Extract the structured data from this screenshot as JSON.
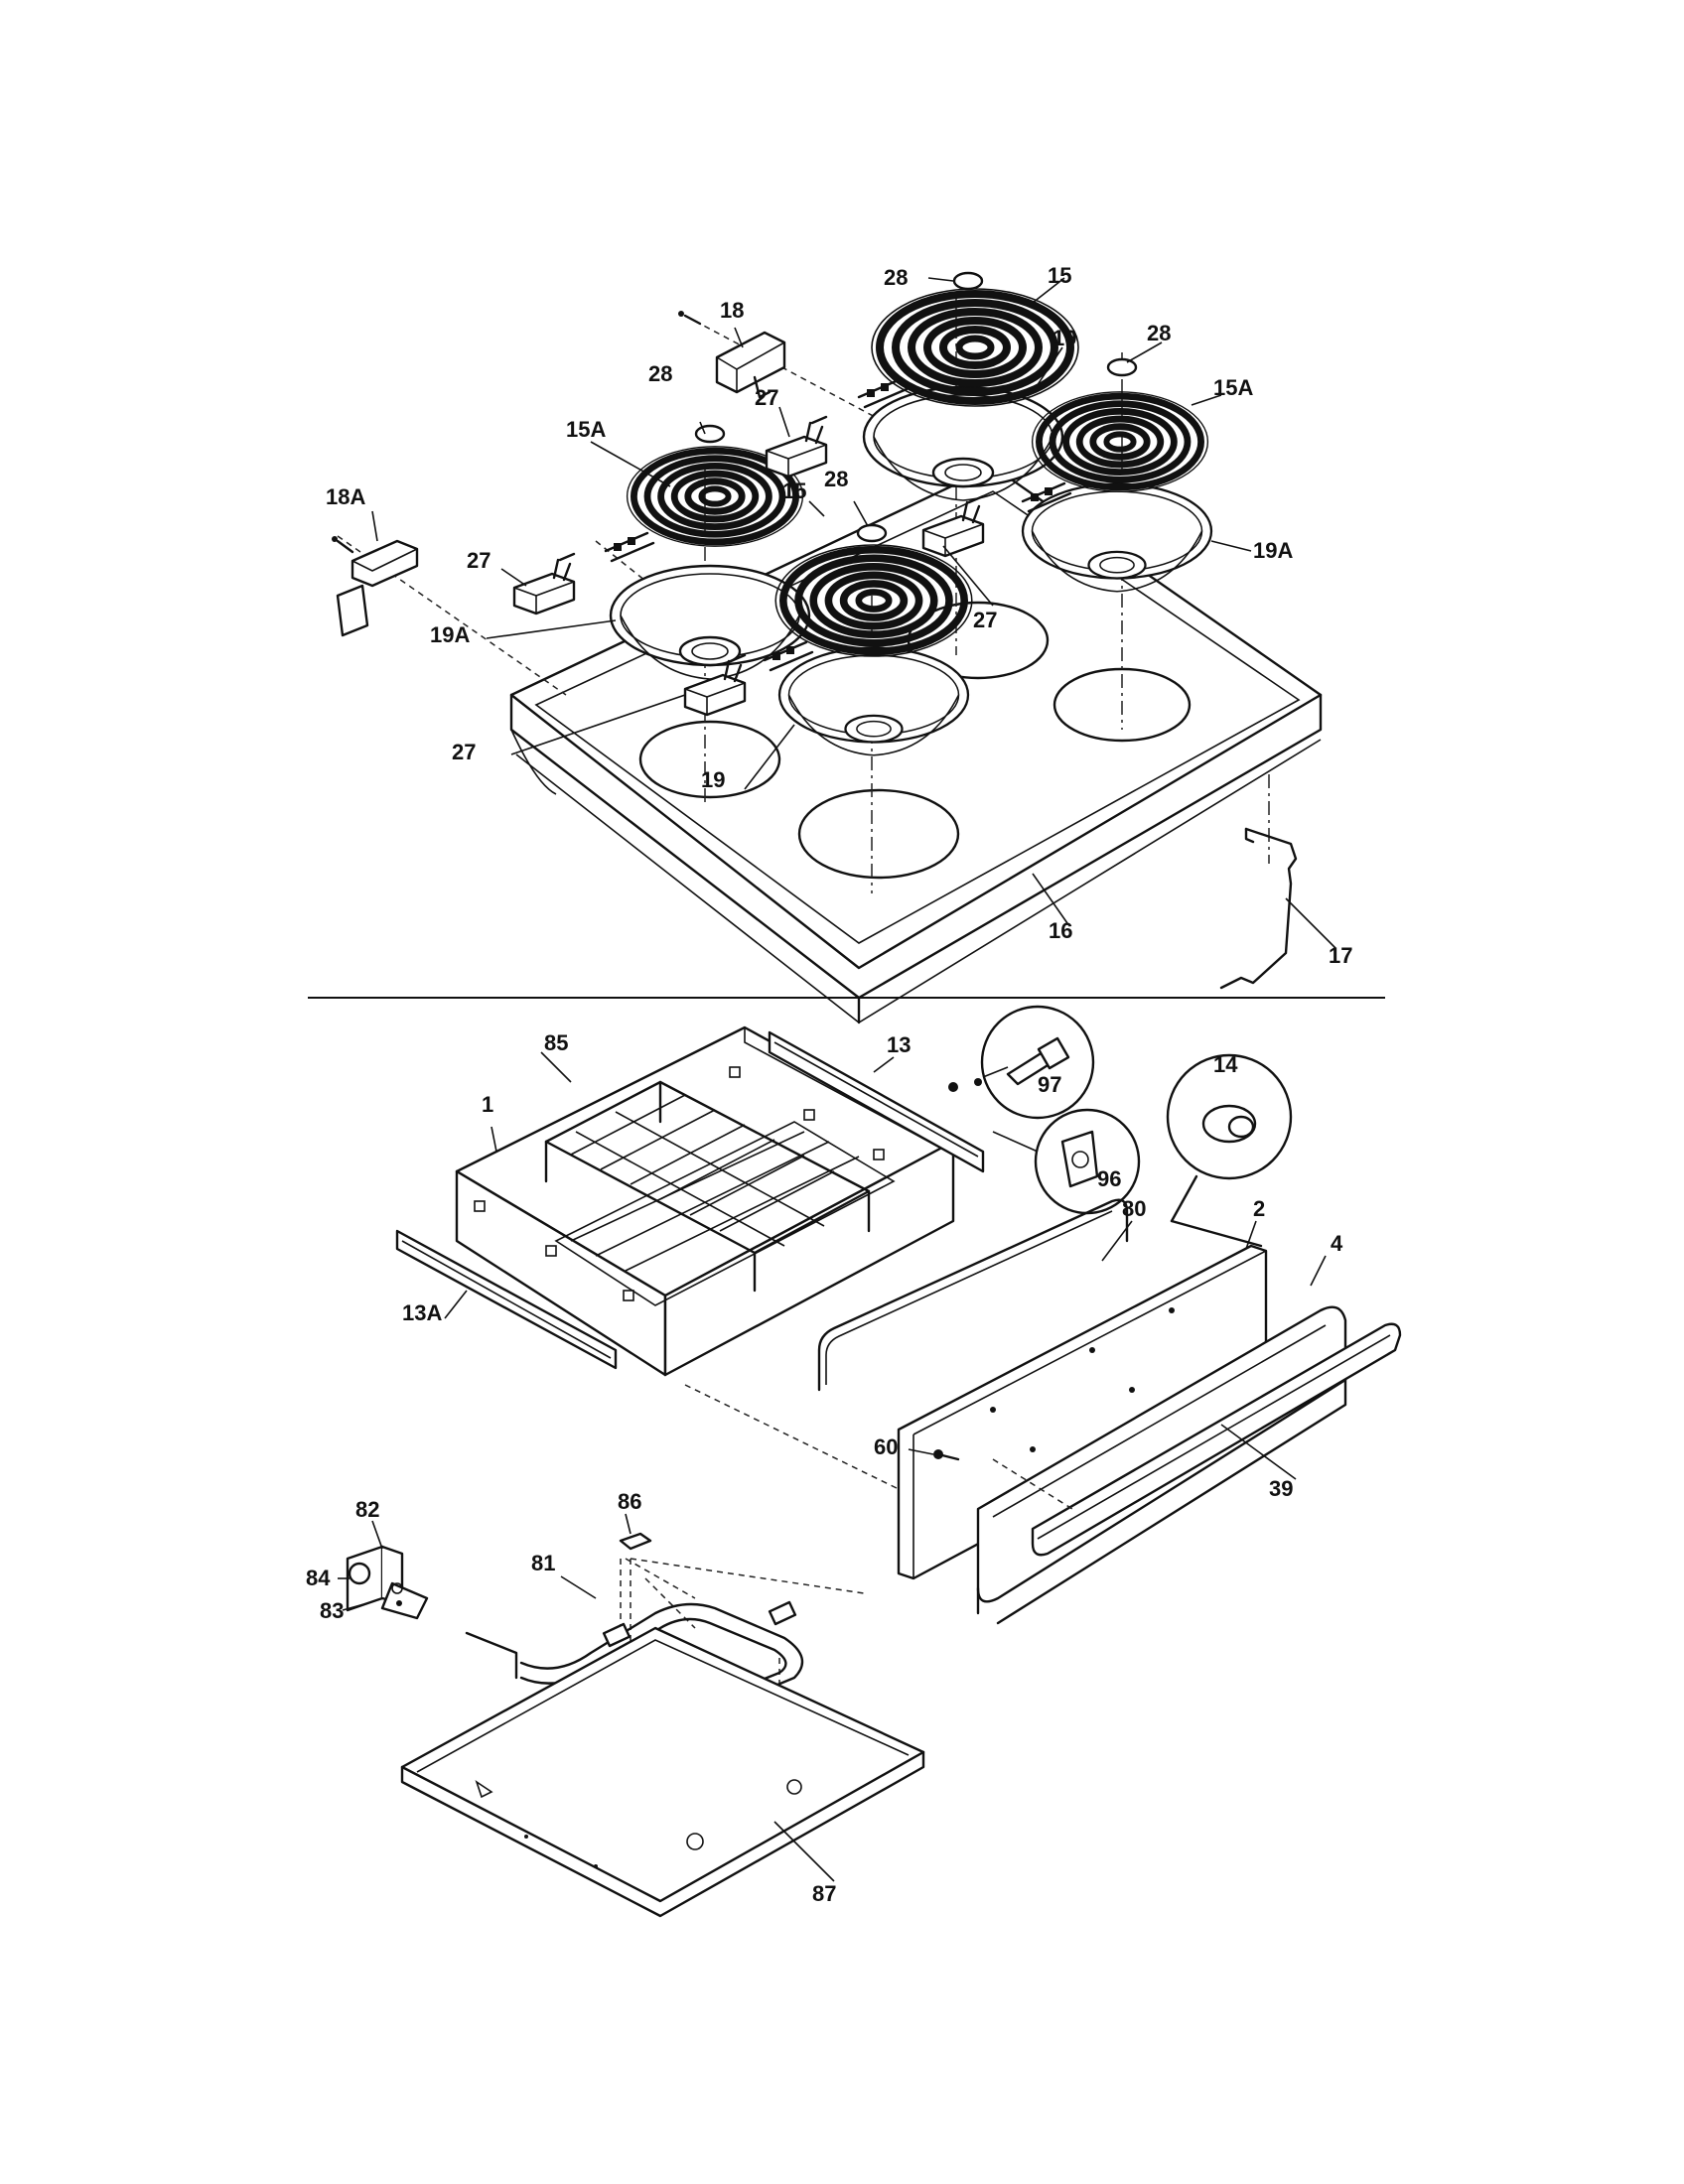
{
  "labels": {
    "l1": "1",
    "l2": "2",
    "l4": "4",
    "l13": "13",
    "l13a": "13A",
    "l14": "14",
    "l15a_top": "15",
    "l15b_mid": "15",
    "l15a_left": "15A",
    "l15a_right": "15A",
    "l16": "16",
    "l17": "17",
    "l18": "18",
    "l18a": "18A",
    "l19_top": "19",
    "l19_bottom": "19",
    "l19a_left": "19A",
    "l19a_right": "19A",
    "l27_top": "27",
    "l27_left": "27",
    "l27_lower": "27",
    "l27_right": "27",
    "l28_top": "28",
    "l28_right": "28",
    "l28_left": "28",
    "l28_mid": "28",
    "l39": "39",
    "l60": "60",
    "l80": "80",
    "l81": "81",
    "l82": "82",
    "l83": "83",
    "l84": "84",
    "l85": "85",
    "l86": "86",
    "l87": "87",
    "l96": "96",
    "l97": "97"
  }
}
